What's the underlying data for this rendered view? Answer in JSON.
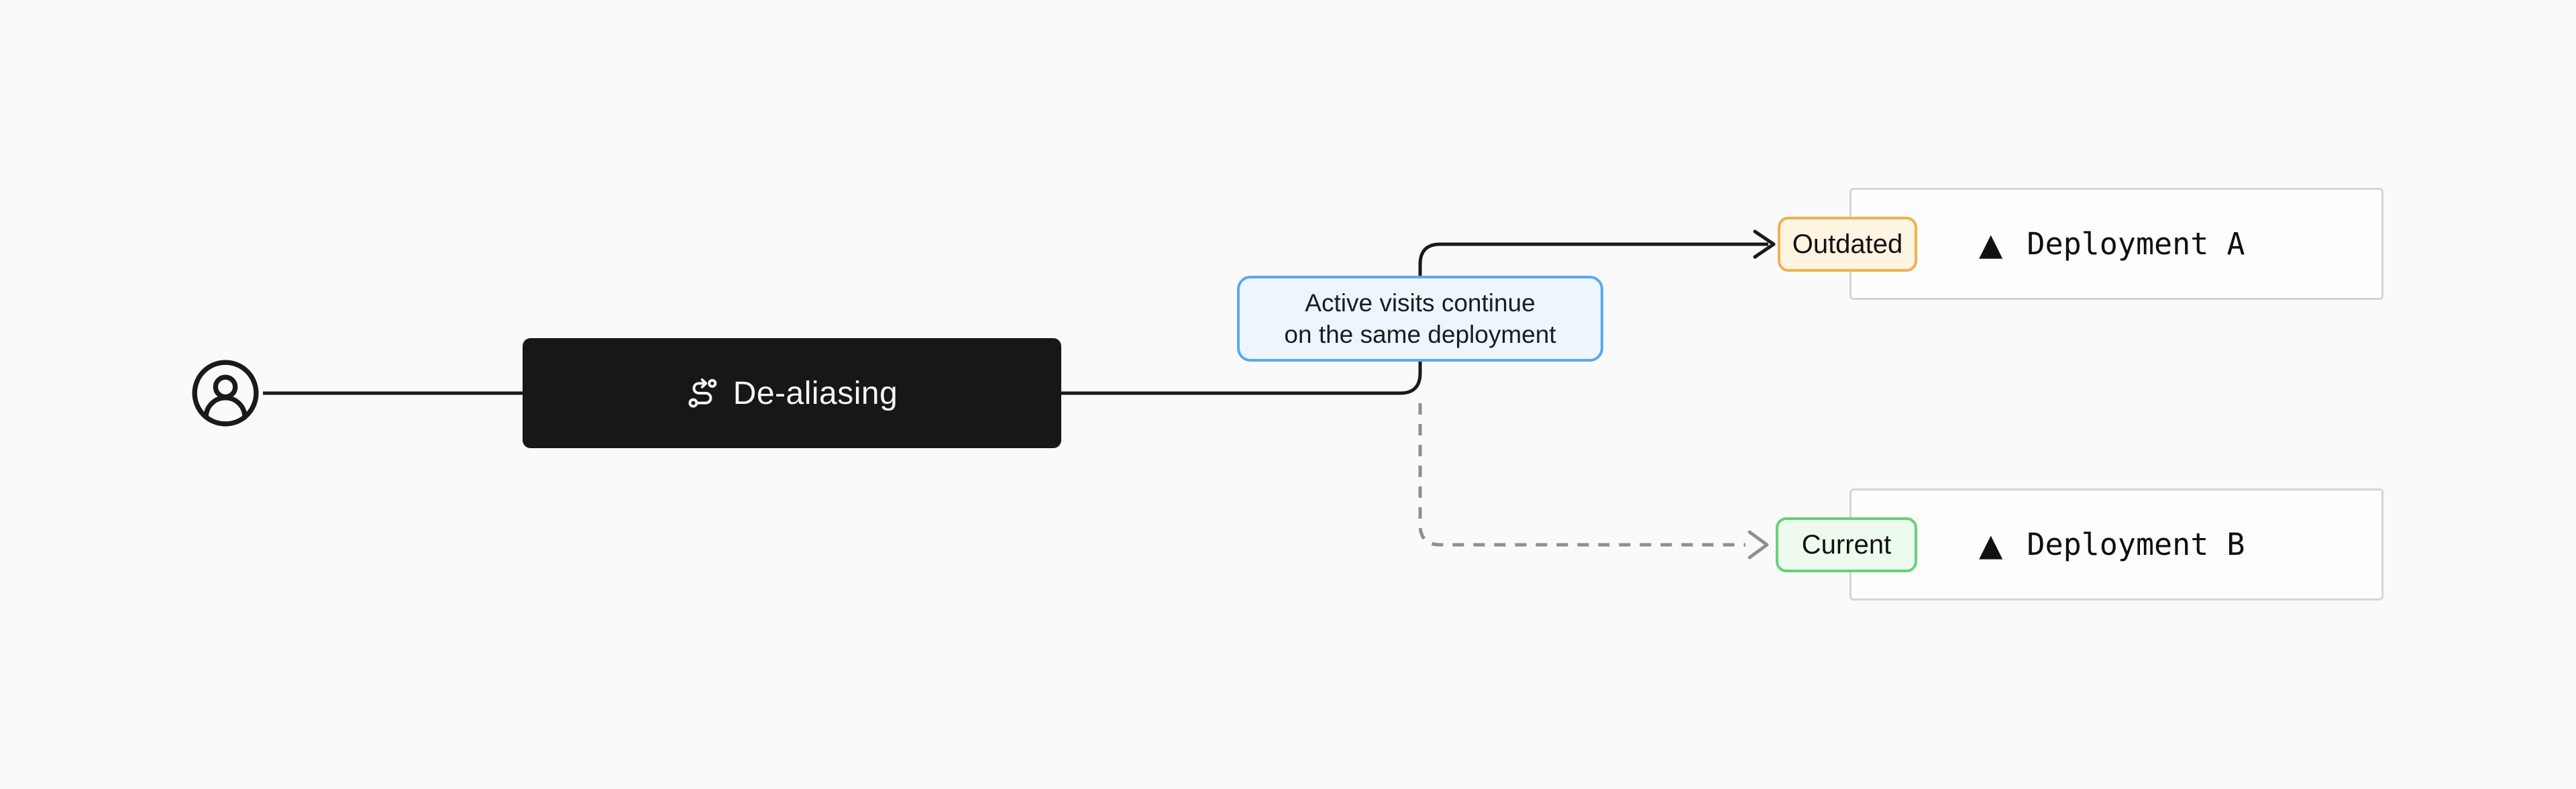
{
  "diagram": {
    "background_color": "#fafafa",
    "solid_line_color": "#1a1a1a",
    "dashed_line_color": "#8f8f8f"
  },
  "user": {
    "icon": "circle-user-icon"
  },
  "process": {
    "label": "De-aliasing",
    "icon": "route-icon",
    "bg_color": "#171717",
    "text_color": "#f5f6f1"
  },
  "callout": {
    "line1": "Active visits continue",
    "line2": "on the same deployment",
    "bg_color": "#edf5fd",
    "border_color": "#58a9f2"
  },
  "icons": {
    "vercel_triangle": "▲"
  },
  "deployments": [
    {
      "name": "Deployment A",
      "connector": "solid",
      "badge": {
        "label": "Outdated",
        "bg_color": "#fdf4e2",
        "border_color": "#f0b152"
      }
    },
    {
      "name": "Deployment B",
      "connector": "dashed",
      "badge": {
        "label": "Current",
        "bg_color": "#edfaee",
        "border_color": "#66d178"
      }
    }
  ]
}
